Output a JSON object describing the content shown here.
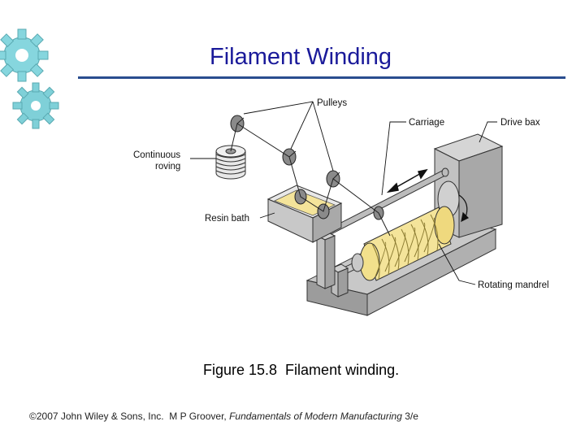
{
  "slide": {
    "title": "Filament Winding",
    "caption": "Figure 15.8  Filament winding.",
    "footer": {
      "prefix": "©2007 John Wiley & Sons, Inc.  M P Groover, ",
      "book": "Fundamentals of Modern Manufacturing",
      "suffix": " 3/e"
    }
  },
  "diagram": {
    "labels": {
      "pulleys": "Pulleys",
      "carriage": "Carriage",
      "drive_box": "Drive bax",
      "continuous_1": "Continuous",
      "continuous_2": "roving",
      "resin_bath": "Resin bath",
      "rotating_mandrel": "Rotating mandrel"
    }
  },
  "colors": {
    "title": "#1a1a9a",
    "rule": "#2a4d8f",
    "gear": "#7fd4dc",
    "machine_gray": "#b9b9b9",
    "mandrel": "#f4e49a"
  },
  "icons": [
    "gear-icon"
  ]
}
